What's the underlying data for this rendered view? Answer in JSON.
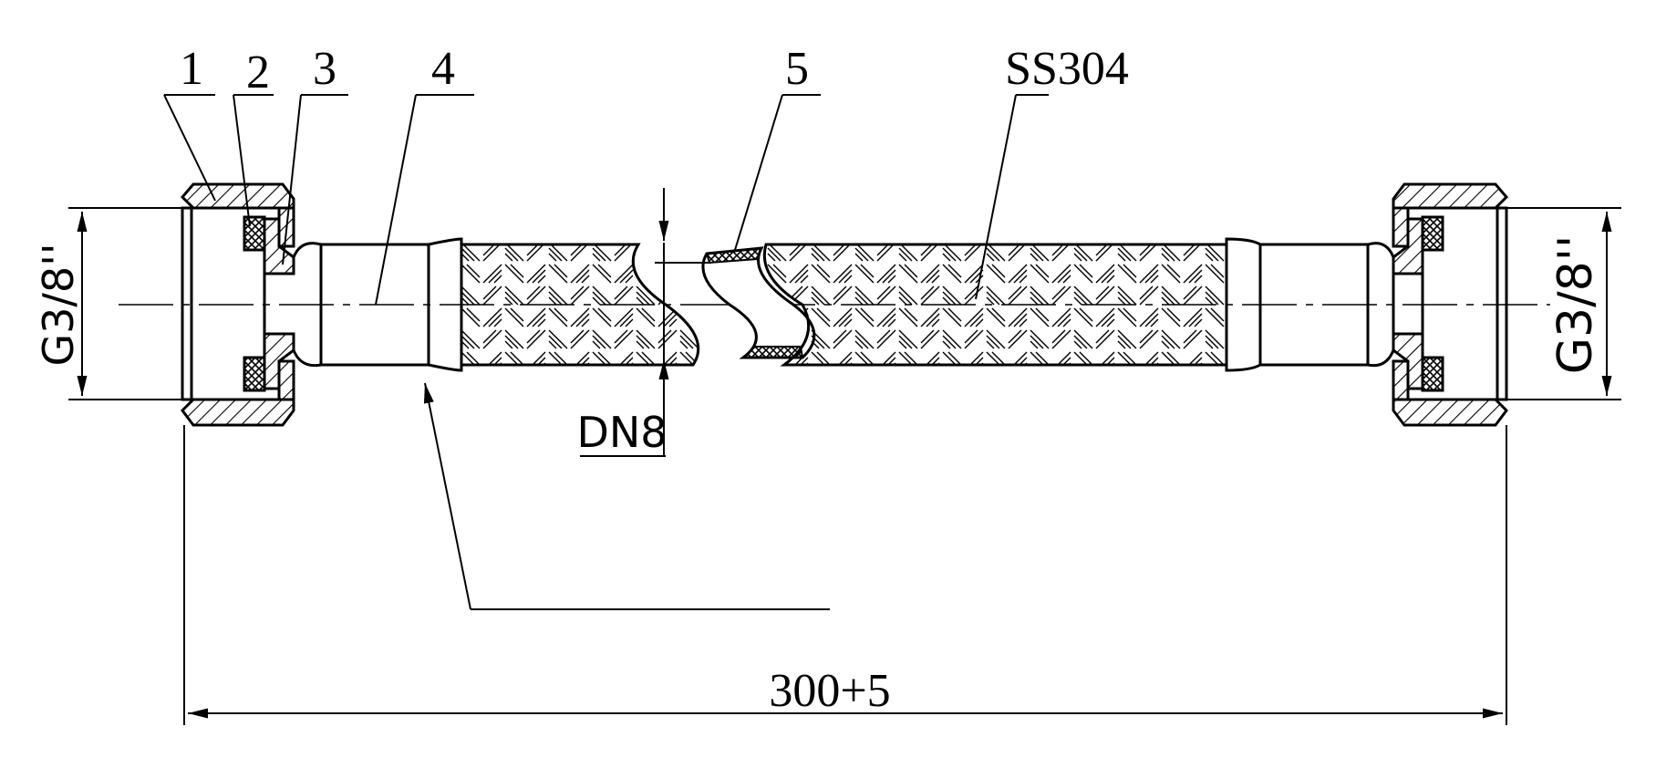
{
  "drawing": {
    "callouts": {
      "p1": "1",
      "p2": "2",
      "p3": "3",
      "p4": "4",
      "p5": "5",
      "material": "SS304"
    },
    "dimensions": {
      "thread_left": "G3/8''",
      "thread_right": "G3/8''",
      "nominal_diameter": "DN8",
      "overall_length": "300+5"
    }
  }
}
